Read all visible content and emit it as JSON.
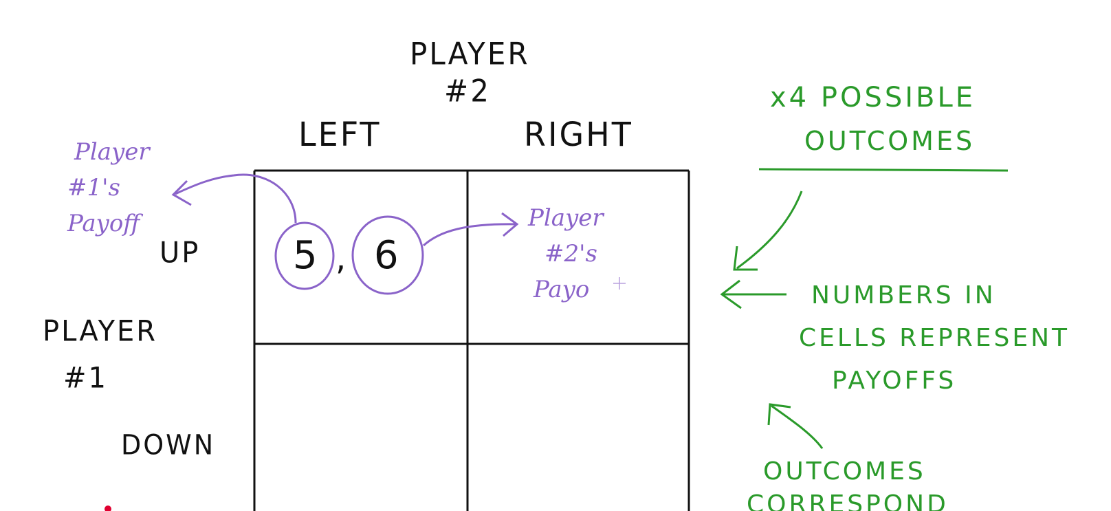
{
  "player2": {
    "line1": "PLAYER",
    "line2": "#2"
  },
  "columns": {
    "left": "LEFT",
    "right": "RIGHT"
  },
  "player1": {
    "line1": "PLAYER",
    "line2": "#1"
  },
  "rows": {
    "up": "UP",
    "down": "DOWN"
  },
  "cell_up_left": {
    "payoff1": "5",
    "separator": ",",
    "payoff2": "6"
  },
  "annotations": {
    "p1_payoff": {
      "line1": "Player",
      "line2": "#1's",
      "line3": "Payoff"
    },
    "p2_payoff": {
      "line1": "Player",
      "line2": "#2's",
      "line3": "Payo"
    }
  },
  "notes": {
    "outcomes": {
      "line1": "x4 POSSIBLE",
      "line2": "OUTCOMES"
    },
    "numbers": {
      "line1": "NUMBERS IN",
      "line2": "CELLS REPRESENT",
      "line3": "PAYOFFS"
    },
    "correspond": {
      "line1": "OUTCOMES",
      "line2": "CORRESPOND"
    }
  },
  "colors": {
    "ink": "#111111",
    "purple": "#8a63c9",
    "green": "#2a9a2a",
    "red": "#e00030"
  }
}
